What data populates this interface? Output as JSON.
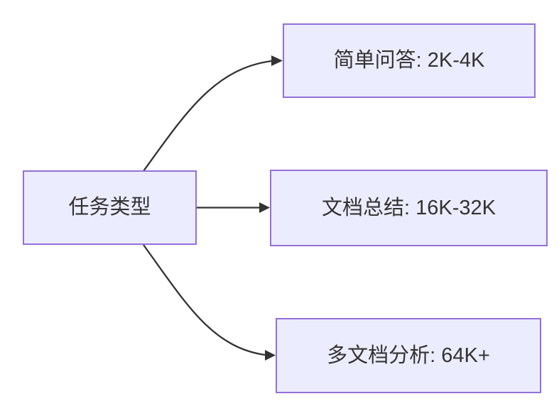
{
  "diagram": {
    "type": "flowchart-left-to-right",
    "root": {
      "label": "任务类型"
    },
    "children": [
      {
        "label": "简单问答: 2K-4K"
      },
      {
        "label": "文档总结: 16K-32K"
      },
      {
        "label": "多文档分析: 64K+"
      }
    ],
    "edges": [
      {
        "from": "任务类型",
        "to": "简单问答: 2K-4K",
        "style": "curved-up-arrow"
      },
      {
        "from": "任务类型",
        "to": "文档总结: 16K-32K",
        "style": "straight-arrow"
      },
      {
        "from": "任务类型",
        "to": "多文档分析: 64K+",
        "style": "curved-down-arrow"
      }
    ],
    "colors": {
      "node_fill": "#ECECFF",
      "node_border": "#9370DB",
      "edge": "#333333",
      "text": "#333333",
      "background": "#FFFFFF"
    }
  }
}
